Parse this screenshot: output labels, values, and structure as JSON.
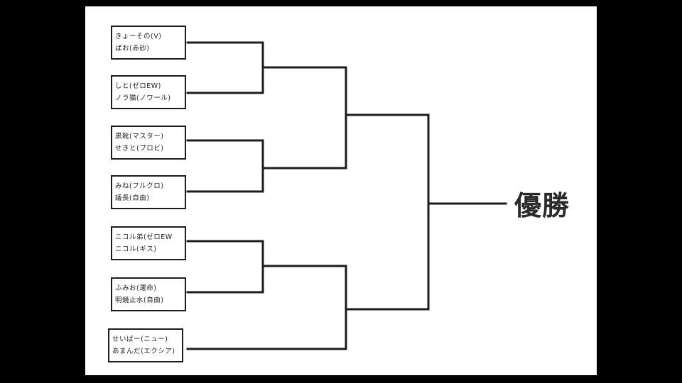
{
  "bracket": {
    "champion_label": "優勝",
    "entries": [
      {
        "line1": "きょーその(V)",
        "line2": "ぱお(赤砂)"
      },
      {
        "line1": "しと(ゼロEW)",
        "line2": "ノラ猫(ノワール)"
      },
      {
        "line1": "黒靴(マスター)",
        "line2": "せきと(プロビ)"
      },
      {
        "line1": "みね(フルクロ)",
        "line2": "議長(自由)"
      },
      {
        "line1": "ニコル弟(ゼロEW",
        "line2": "ニコル(ギス)"
      },
      {
        "line1": "ふみお(運命)",
        "line2": "明鏡止水(自由)"
      },
      {
        "line1": "せいばー(ニュー)",
        "line2": "あまんだ(エクシア)"
      }
    ]
  },
  "colors": {
    "frame": "#000000",
    "paper": "#ffffff",
    "line": "#1c1c1c"
  }
}
